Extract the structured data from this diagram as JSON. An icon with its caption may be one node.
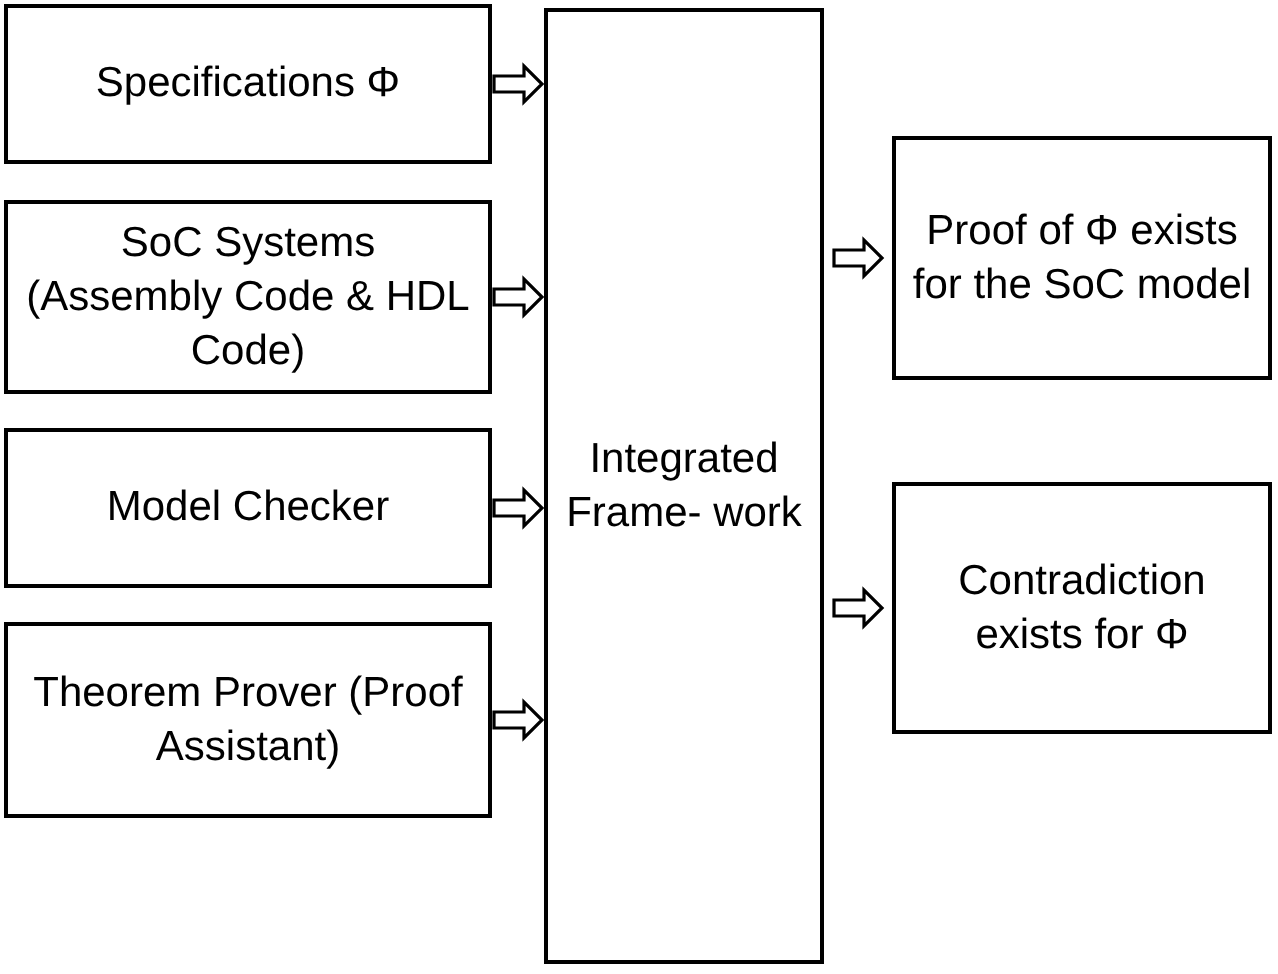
{
  "diagram": {
    "nodes": [
      {
        "text": [
          "Specifications Φ"
        ]
      },
      {
        "text": [
          "SoC Systems (Assembly Code & HDL Code)"
        ]
      },
      {
        "text": [
          "Model Checker"
        ]
      },
      {
        "text": [
          "Theorem Prover (Proof Assistant)"
        ]
      },
      {
        "text": [
          "Integrated Frame- work"
        ]
      },
      {
        "text": [
          "Proof of Φ exists for the SoC model"
        ]
      },
      {
        "text": [
          "Contradiction exists for Φ"
        ]
      }
    ],
    "edges": [
      {
        "from": 0,
        "to": 4,
        "arrow": "to"
      },
      {
        "from": 1,
        "to": 4,
        "arrow": "to"
      },
      {
        "from": 2,
        "to": 4,
        "arrow": "to"
      },
      {
        "from": 3,
        "to": 4,
        "arrow": "to"
      },
      {
        "from": 4,
        "to": 5,
        "arrow": "to"
      },
      {
        "from": 4,
        "to": 6,
        "arrow": "to"
      }
    ]
  }
}
